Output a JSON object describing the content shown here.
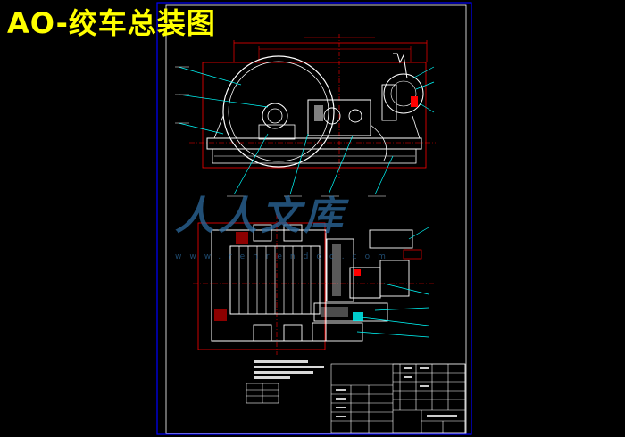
{
  "title": "AO-绞车总装图",
  "watermark": {
    "text": "人人文库",
    "url": "www.renrendoc.com"
  },
  "colors": {
    "background": "#000000",
    "title": "#ffff00",
    "frame": "#0000ff",
    "outline": "#ff0000",
    "part": "#ffffff",
    "leader": "#00ffff",
    "watermark": "#2c6a9e"
  }
}
